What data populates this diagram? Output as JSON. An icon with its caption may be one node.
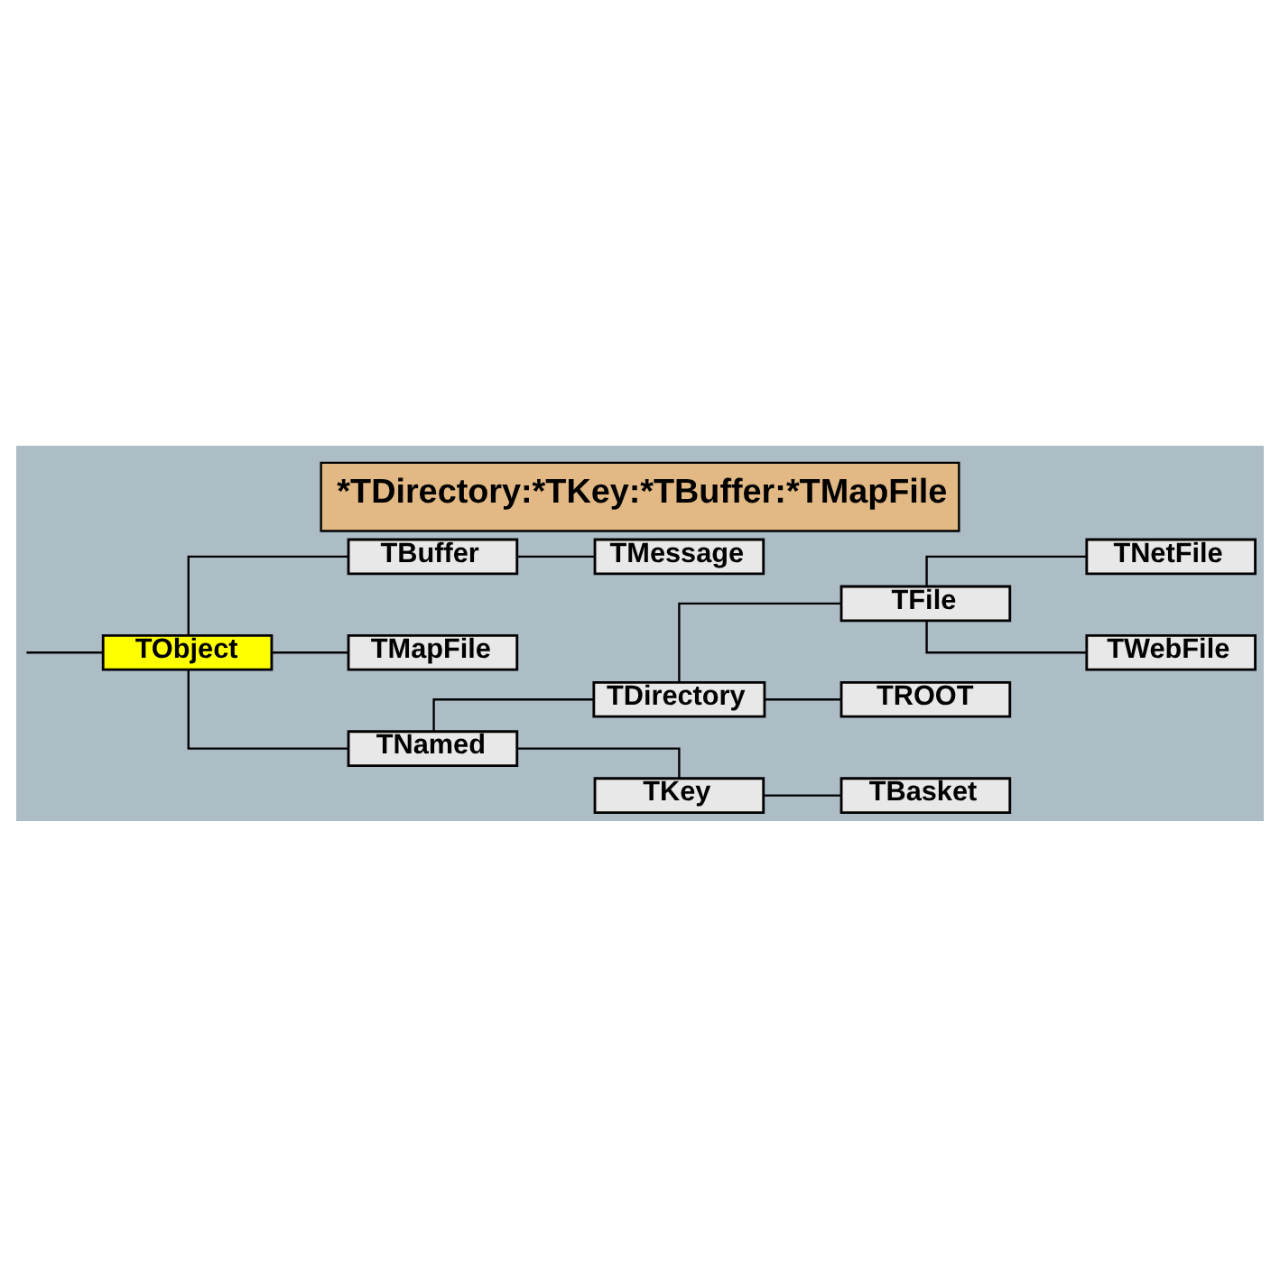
{
  "diagram": {
    "title": "*TDirectory:*TKey:*TBuffer:*TMapFile",
    "nodes": [
      {
        "text": [
          "TObject"
        ]
      },
      {
        "text": [
          "TBuffer"
        ]
      },
      {
        "text": [
          "TMessage"
        ]
      },
      {
        "text": [
          "TMapFile"
        ]
      },
      {
        "text": [
          "TNamed"
        ]
      },
      {
        "text": [
          "TDirectory"
        ]
      },
      {
        "text": [
          "TFile"
        ]
      },
      {
        "text": [
          "TNetFile"
        ]
      },
      {
        "text": [
          "TWebFile"
        ]
      },
      {
        "text": [
          "TROOT"
        ]
      },
      {
        "text": [
          "TKey"
        ]
      },
      {
        "text": [
          "TBasket"
        ]
      }
    ],
    "edges": [
      {
        "from": null,
        "to": 0,
        "arrow": "none"
      },
      {
        "from": 0,
        "to": 1,
        "arrow": "none"
      },
      {
        "from": 0,
        "to": 3,
        "arrow": "none"
      },
      {
        "from": 0,
        "to": 4,
        "arrow": "none"
      },
      {
        "from": 1,
        "to": 2,
        "arrow": "none"
      },
      {
        "from": 4,
        "to": 5,
        "arrow": "none"
      },
      {
        "from": 4,
        "to": 10,
        "arrow": "none"
      },
      {
        "from": 5,
        "to": 6,
        "arrow": "none"
      },
      {
        "from": 5,
        "to": 9,
        "arrow": "none"
      },
      {
        "from": 6,
        "to": 7,
        "arrow": "none"
      },
      {
        "from": 6,
        "to": 8,
        "arrow": "none"
      },
      {
        "from": 10,
        "to": 11,
        "arrow": "none"
      }
    ]
  }
}
